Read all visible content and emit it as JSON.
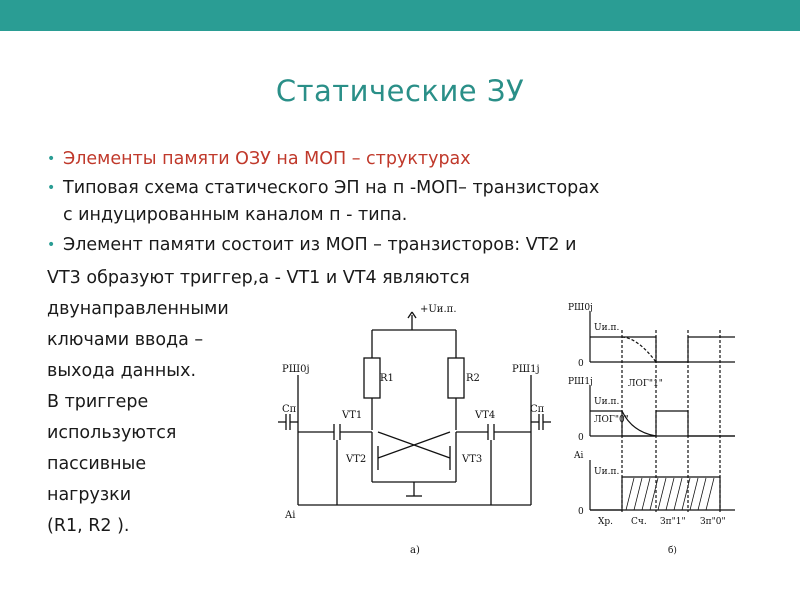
{
  "slide": {
    "title": "Статические ЗУ",
    "bullets": [
      "Элементы памяти ОЗУ на МОП – структурах",
      "Типовая схема статического ЭП на п -МОП– транзисторах",
      "с индуцированным каналом п - типа.",
      "Элемент памяти состоит из МОП – транзисторов: VT2 и"
    ],
    "body_lines": [
      "VT3 образуют триггер,а - VT1 и VT4 являются",
      "двунаправленными",
      "ключами ввода –",
      "выхода данных.",
      "В триггере",
      "используются",
      "пассивные",
      "нагрузки",
      "(R1, R2 )."
    ],
    "colors": {
      "topbar": "#2a9d94",
      "title": "#2a8f88",
      "highlight": "#c0392b"
    }
  },
  "circuit": {
    "supply": "+Uи.п.",
    "left_line": "РШ0j",
    "right_line": "РШ1j",
    "r1": "R1",
    "r2": "R2",
    "vt1": "VT1",
    "vt2": "VT2",
    "vt3": "VT3",
    "vt4": "VT4",
    "cp_left": "Cп",
    "cp_right": "Cп",
    "ai": "Ai",
    "caption": "а)"
  },
  "timing": {
    "row1_label": "РШ0j",
    "row2_label": "РШ1j",
    "row3_label": "Ai",
    "u_label": "Uи.п.",
    "zero": "0",
    "log1": "ЛОГ\"1\"",
    "log0": "ЛОГ\"0\"",
    "t_labels": [
      "Хр.",
      "Сч.",
      "Зп\"1\"",
      "Зп\"0\""
    ],
    "caption": "б)"
  }
}
